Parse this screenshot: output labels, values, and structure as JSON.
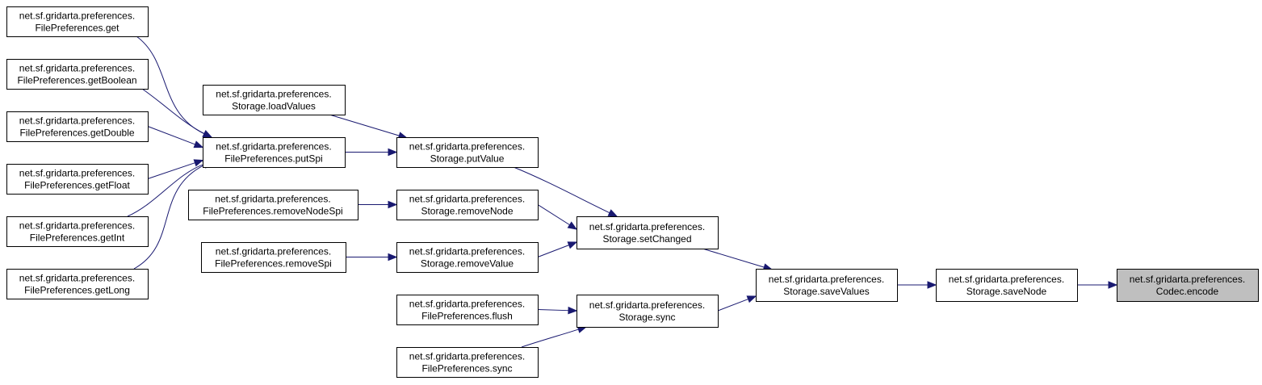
{
  "nodes": [
    {
      "id": "fp_get",
      "line1": "net.sf.gridarta.preferences.",
      "line2": "FilePreferences.get"
    },
    {
      "id": "fp_getBoolean",
      "line1": "net.sf.gridarta.preferences.",
      "line2": "FilePreferences.getBoolean"
    },
    {
      "id": "fp_getDouble",
      "line1": "net.sf.gridarta.preferences.",
      "line2": "FilePreferences.getDouble"
    },
    {
      "id": "fp_getFloat",
      "line1": "net.sf.gridarta.preferences.",
      "line2": "FilePreferences.getFloat"
    },
    {
      "id": "fp_getInt",
      "line1": "net.sf.gridarta.preferences.",
      "line2": "FilePreferences.getInt"
    },
    {
      "id": "fp_getLong",
      "line1": "net.sf.gridarta.preferences.",
      "line2": "FilePreferences.getLong"
    },
    {
      "id": "st_loadValues",
      "line1": "net.sf.gridarta.preferences.",
      "line2": "Storage.loadValues"
    },
    {
      "id": "fp_putSpi",
      "line1": "net.sf.gridarta.preferences.",
      "line2": "FilePreferences.putSpi"
    },
    {
      "id": "fp_removeNodeSpi",
      "line1": "net.sf.gridarta.preferences.",
      "line2": "FilePreferences.removeNodeSpi"
    },
    {
      "id": "fp_removeSpi",
      "line1": "net.sf.gridarta.preferences.",
      "line2": "FilePreferences.removeSpi"
    },
    {
      "id": "st_putValue",
      "line1": "net.sf.gridarta.preferences.",
      "line2": "Storage.putValue"
    },
    {
      "id": "st_removeNode",
      "line1": "net.sf.gridarta.preferences.",
      "line2": "Storage.removeNode"
    },
    {
      "id": "st_removeValue",
      "line1": "net.sf.gridarta.preferences.",
      "line2": "Storage.removeValue"
    },
    {
      "id": "fp_flush",
      "line1": "net.sf.gridarta.preferences.",
      "line2": "FilePreferences.flush"
    },
    {
      "id": "fp_sync",
      "line1": "net.sf.gridarta.preferences.",
      "line2": "FilePreferences.sync"
    },
    {
      "id": "st_setChanged",
      "line1": "net.sf.gridarta.preferences.",
      "line2": "Storage.setChanged"
    },
    {
      "id": "st_sync",
      "line1": "net.sf.gridarta.preferences.",
      "line2": "Storage.sync"
    },
    {
      "id": "st_saveValues",
      "line1": "net.sf.gridarta.preferences.",
      "line2": "Storage.saveValues"
    },
    {
      "id": "st_saveNode",
      "line1": "net.sf.gridarta.preferences.",
      "line2": "Storage.saveNode"
    },
    {
      "id": "codec_encode",
      "line1": "net.sf.gridarta.preferences.",
      "line2": "Codec.encode",
      "highlighted": true
    }
  ],
  "edges": [
    {
      "from": "fp_get",
      "to": "fp_putSpi"
    },
    {
      "from": "fp_getBoolean",
      "to": "fp_putSpi"
    },
    {
      "from": "fp_getDouble",
      "to": "fp_putSpi"
    },
    {
      "from": "fp_getFloat",
      "to": "fp_putSpi"
    },
    {
      "from": "fp_getInt",
      "to": "fp_putSpi"
    },
    {
      "from": "fp_getLong",
      "to": "fp_putSpi"
    },
    {
      "from": "fp_putSpi",
      "to": "st_putValue"
    },
    {
      "from": "st_loadValues",
      "to": "st_putValue"
    },
    {
      "from": "fp_removeNodeSpi",
      "to": "st_removeNode"
    },
    {
      "from": "fp_removeSpi",
      "to": "st_removeValue"
    },
    {
      "from": "st_putValue",
      "to": "st_setChanged"
    },
    {
      "from": "st_removeNode",
      "to": "st_setChanged"
    },
    {
      "from": "st_removeValue",
      "to": "st_setChanged"
    },
    {
      "from": "fp_flush",
      "to": "st_sync"
    },
    {
      "from": "fp_sync",
      "to": "st_sync"
    },
    {
      "from": "st_setChanged",
      "to": "st_saveValues"
    },
    {
      "from": "st_sync",
      "to": "st_saveValues"
    },
    {
      "from": "st_saveValues",
      "to": "st_saveNode"
    },
    {
      "from": "st_saveNode",
      "to": "codec_encode"
    }
  ],
  "colors": {
    "edge": "#191970",
    "highlight_fill": "#bfbfbf",
    "node_fill": "#ffffff",
    "border": "#000000"
  }
}
